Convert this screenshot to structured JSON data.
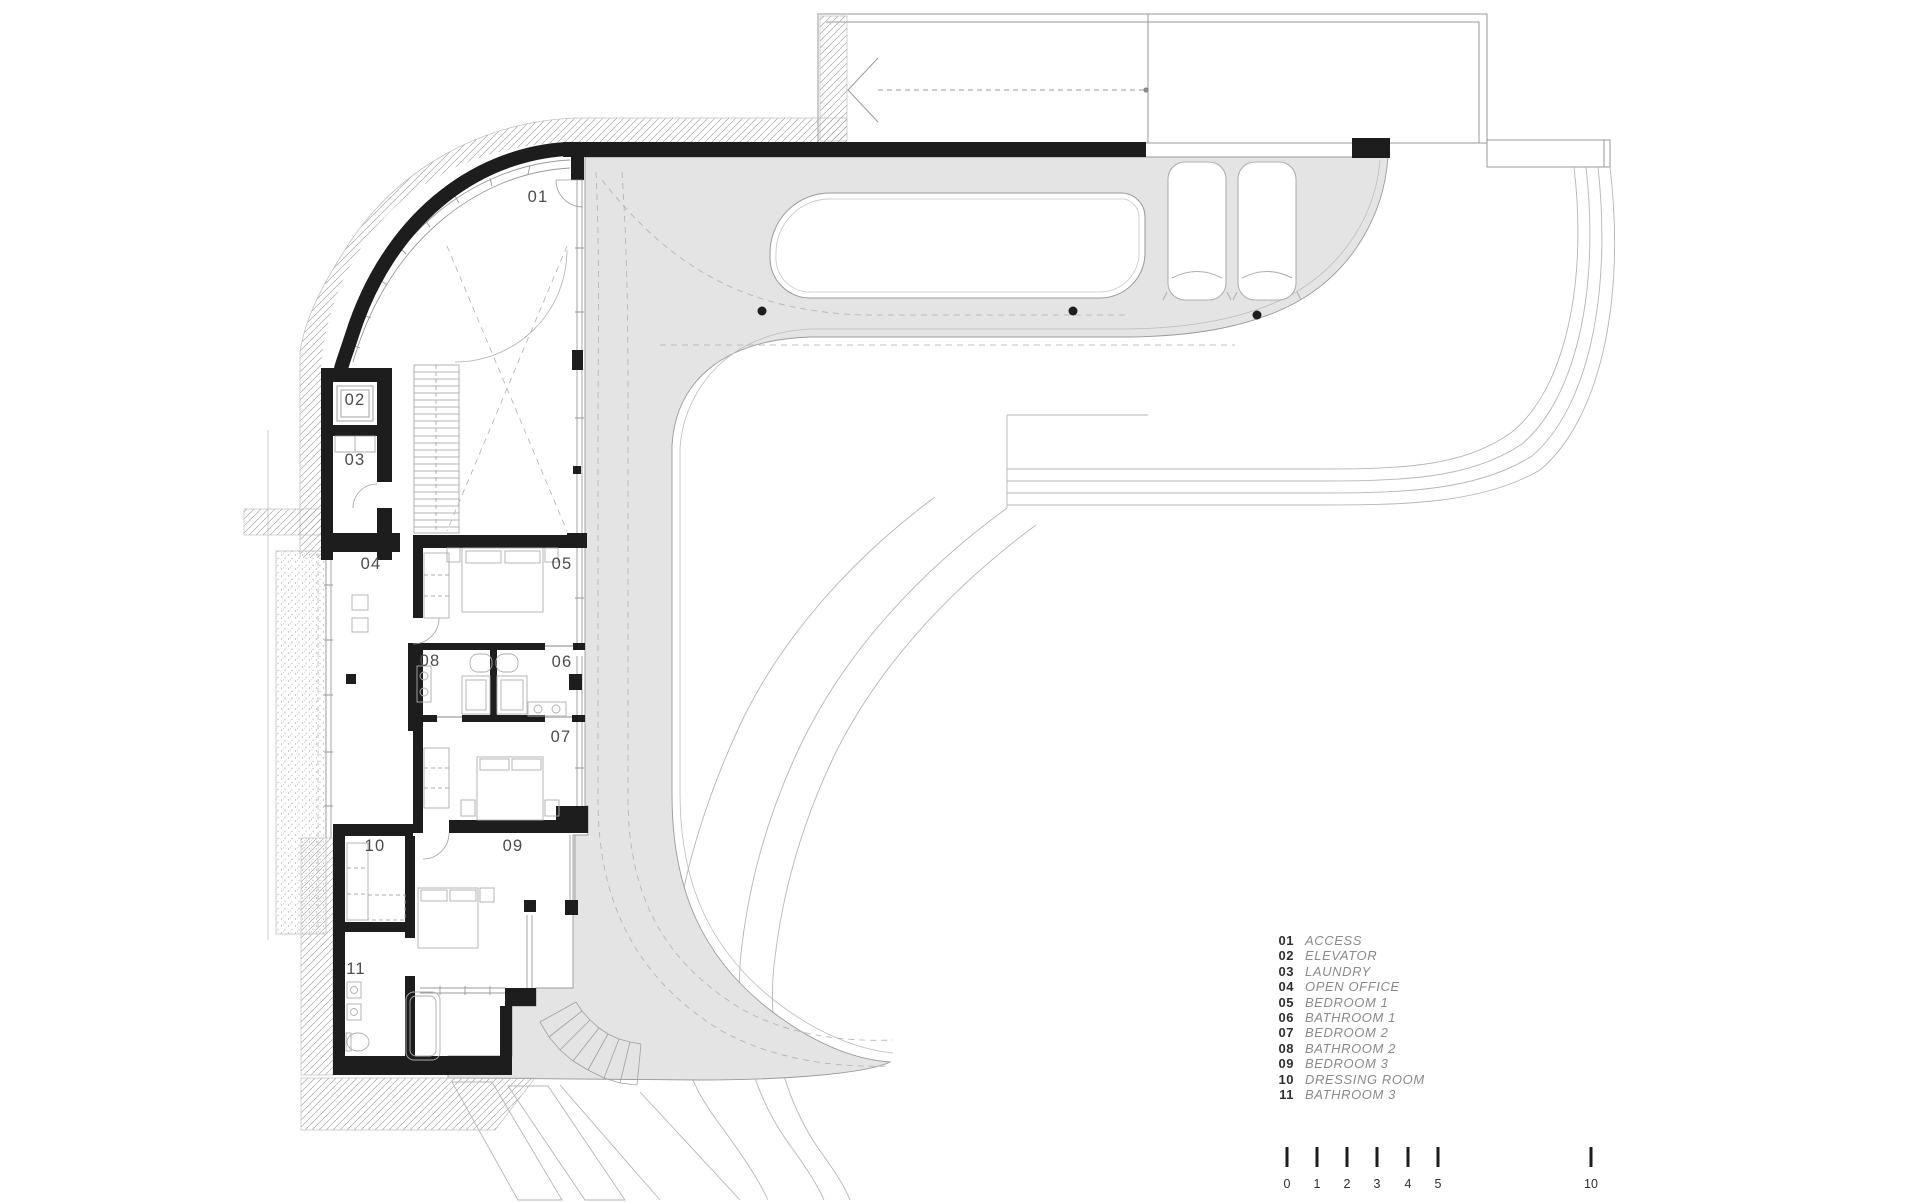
{
  "meta": {
    "drawing_type": "residential architectural floor plan",
    "view": "upper level plan with driveway and garage forecourt"
  },
  "colors": {
    "wall": "#1d1d1d",
    "paving_gray": "#e4e4e4",
    "line_mid": "#9a9a9a",
    "line_light": "#b5b5b5",
    "label_text": "#4c4c4c",
    "legend_number": "#2f2f2f",
    "legend_name": "#8a8a8a"
  },
  "legend": {
    "items": [
      {
        "num": "01",
        "name": "ACCESS"
      },
      {
        "num": "02",
        "name": "ELEVATOR"
      },
      {
        "num": "03",
        "name": "LAUNDRY"
      },
      {
        "num": "04",
        "name": "OPEN OFFICE"
      },
      {
        "num": "05",
        "name": "BEDROOM 1"
      },
      {
        "num": "06",
        "name": "BATHROOM 1"
      },
      {
        "num": "07",
        "name": "BEDROOM 2"
      },
      {
        "num": "08",
        "name": "BATHROOM 2"
      },
      {
        "num": "09",
        "name": "BEDROOM 3"
      },
      {
        "num": "10",
        "name": "DRESSING ROOM"
      },
      {
        "num": "11",
        "name": "BATHROOM 3"
      }
    ]
  },
  "scale_bar": {
    "marks": [
      {
        "label": "0"
      },
      {
        "label": "1"
      },
      {
        "label": "2"
      },
      {
        "label": "3"
      },
      {
        "label": "4"
      },
      {
        "label": "5"
      },
      {
        "label": "10"
      }
    ]
  }
}
